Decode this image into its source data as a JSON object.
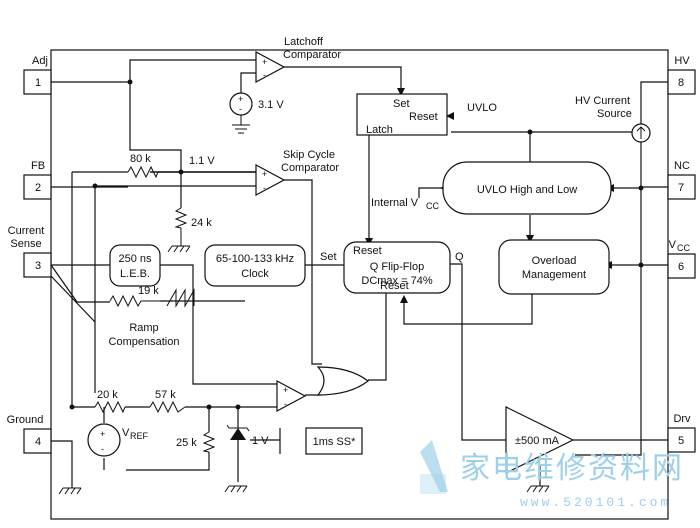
{
  "pins": [
    {
      "num": "1",
      "name": "Adj"
    },
    {
      "num": "2",
      "name": "FB"
    },
    {
      "num": "3",
      "name_line1": "Current",
      "name_line2": "Sense"
    },
    {
      "num": "4",
      "name": "Ground"
    },
    {
      "num": "8",
      "name": "HV"
    },
    {
      "num": "7",
      "name": "NC"
    },
    {
      "num": "6",
      "name": "V",
      "name_sub": "CC"
    },
    {
      "num": "5",
      "name": "Drv"
    }
  ],
  "comparators": {
    "latchoff_line1": "Latchoff",
    "latchoff_line2": "Comparator",
    "skip_line1": "Skip Cycle",
    "skip_line2": "Comparator",
    "plus": "+",
    "minus": "-"
  },
  "sources": {
    "ref_3v1": "3.1 V",
    "v_1v1": "1.1 V",
    "vref": "V",
    "vref_sub": "REF",
    "zener_1v": "1 V",
    "plus": "+",
    "minus": "-"
  },
  "resistors": {
    "r80k": "80 k",
    "r24k": "24 k",
    "r19k": "19 k",
    "r20k": "20 k",
    "r57k": "57 k",
    "r25k": "25 k"
  },
  "latch_block": {
    "set_top": "Set",
    "reset": "Reset",
    "latch": "Latch"
  },
  "uvlo": {
    "label": "UVLO",
    "block": "UVLO High and Low"
  },
  "hv_source": {
    "line1": "HV Current",
    "line2": "Source"
  },
  "internal_vcc": {
    "label": "Internal V",
    "sub": "CC"
  },
  "flipflop": {
    "reset_top": "Reset",
    "title": "Q Flip-Flop",
    "dcmax": "DCmax = 74%",
    "reset_bottom": "Reset",
    "q": "Q",
    "set": "Set"
  },
  "leb": {
    "line1": "250 ns",
    "line2": "L.E.B."
  },
  "clock": {
    "line1": "65-100-133 kHz",
    "line2": "Clock"
  },
  "overload": {
    "line1": "Overload",
    "line2": "Management"
  },
  "ramp": {
    "line1": "Ramp",
    "line2": "Compensation"
  },
  "soft_start": "1ms SS*",
  "driver": "±500 mA",
  "watermark": {
    "text": "家电维修资料网",
    "url": "www.520101.com"
  }
}
